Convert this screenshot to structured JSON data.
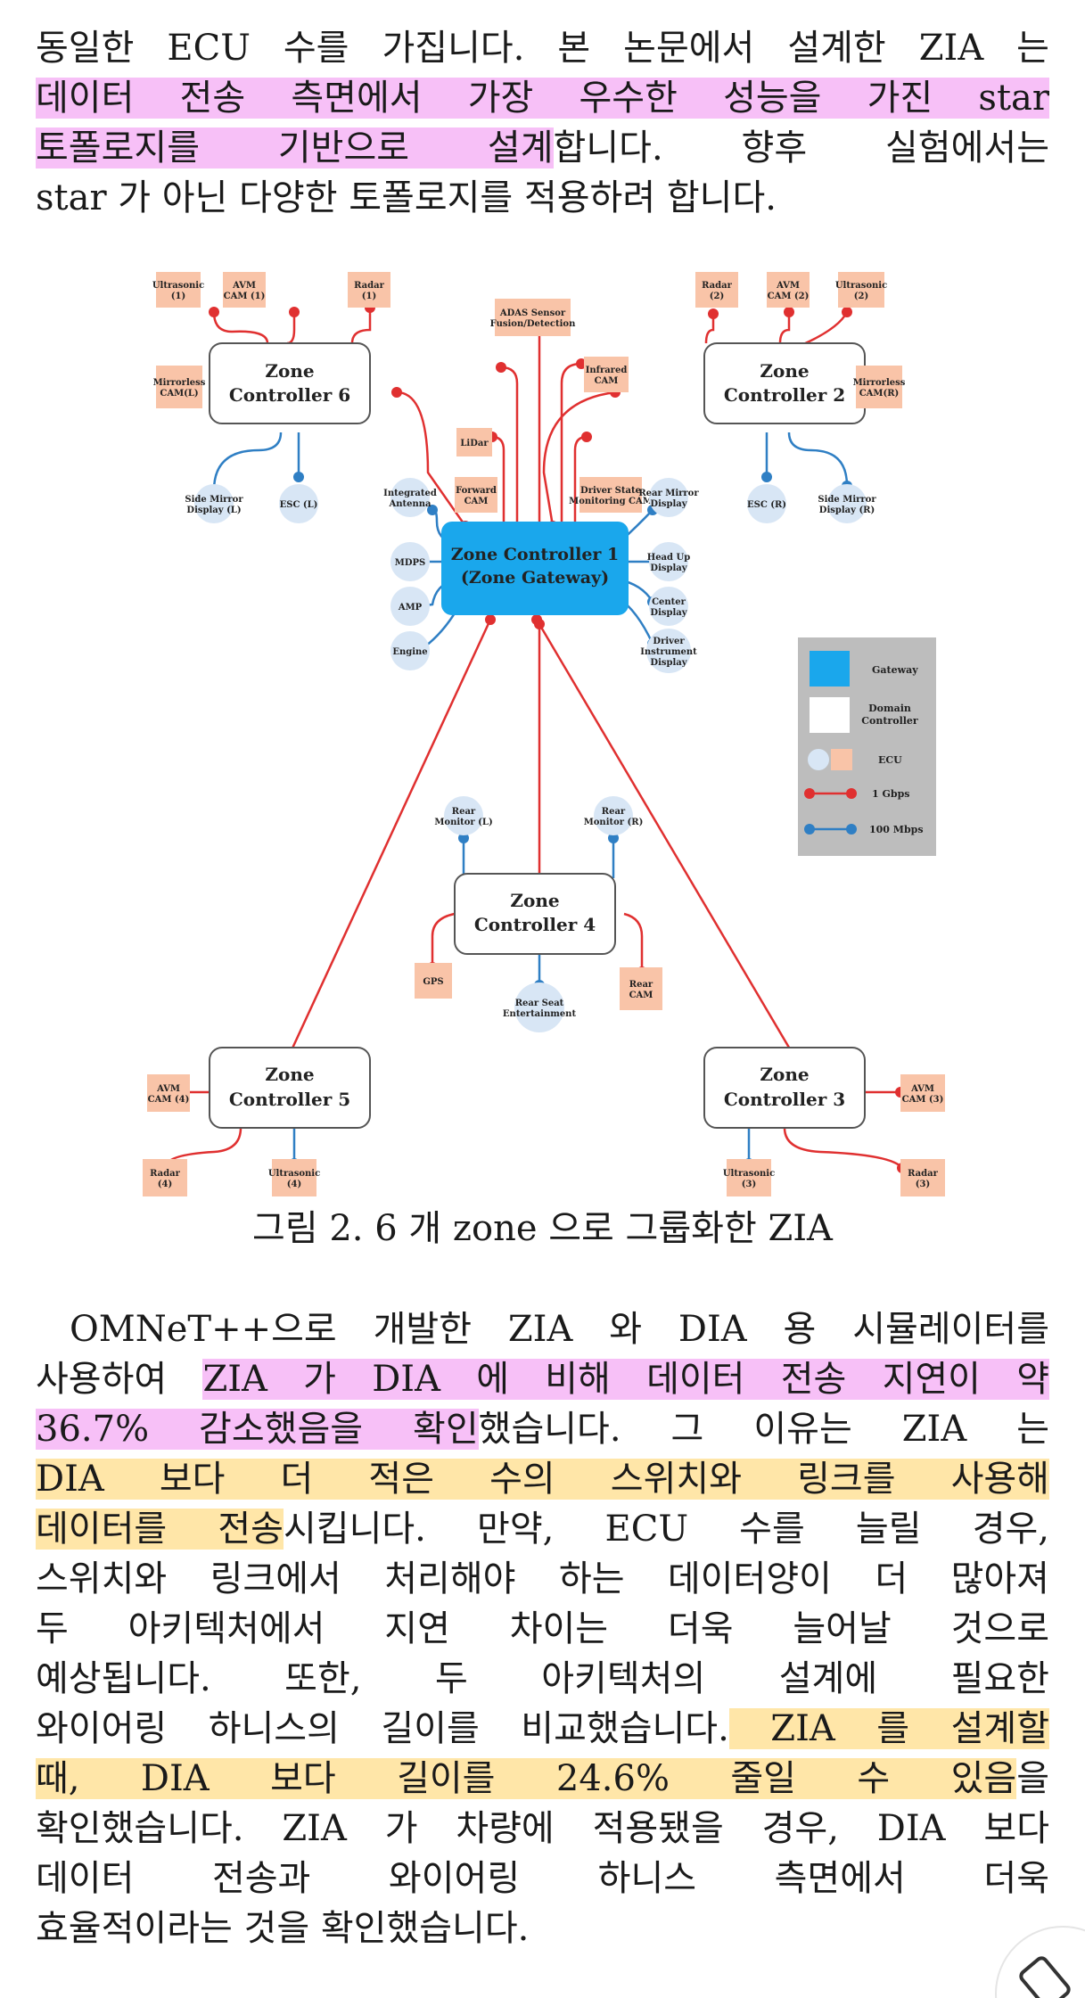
{
  "paragraph_top": {
    "line1": "동일한 ECU 수를 가집니다. 본 논문에서 설계한 ZIA 는",
    "line2": "데이터 전송 측면에서 가장 우수한 성능을 가진 star",
    "line3_hl": "토폴로지를 기반으로 설계",
    "line3_rest": "합니다. 향후 실험에서는",
    "line4": "star 가 아닌 다양한 토폴로지를 적용하려 합니다."
  },
  "figure": {
    "gateway": {
      "line1": "Zone Controller 1",
      "line2": "(Zone Gateway)"
    },
    "zc6": {
      "line1": "Zone",
      "line2": "Controller 6"
    },
    "zc2": {
      "line1": "Zone",
      "line2": "Controller 2"
    },
    "zc4": {
      "line1": "Zone",
      "line2": "Controller 4"
    },
    "zc5": {
      "line1": "Zone",
      "line2": "Controller 5"
    },
    "zc3": {
      "line1": "Zone",
      "line2": "Controller 3"
    },
    "ecu": {
      "ultrasonic1": [
        "Ultrasonic",
        "(1)"
      ],
      "avm1": [
        "AVM",
        "CAM (1)"
      ],
      "radar1": [
        "Radar",
        "(1)"
      ],
      "mirrorless_l": [
        "Mirrorless",
        "CAM(L)"
      ],
      "side_mirror_l": [
        "Side Mirror",
        "Display (L)"
      ],
      "esc_l": [
        "ESC (L)"
      ],
      "adas": [
        "ADAS Sensor",
        "Fusion/Detection"
      ],
      "lidar": [
        "LiDar"
      ],
      "infrared": [
        "Infrared",
        "CAM"
      ],
      "forward": [
        "Forward",
        "CAM"
      ],
      "driver_state": [
        "Driver State",
        "Monitoring CAM"
      ],
      "radar2": [
        "Radar",
        "(2)"
      ],
      "avm2": [
        "AVM",
        "CAM (2)"
      ],
      "ultrasonic2": [
        "Ultrasonic",
        "(2)"
      ],
      "mirrorless_r": [
        "Mirrorless",
        "CAM(R)"
      ],
      "esc_r": [
        "ESC (R)"
      ],
      "side_mirror_r": [
        "Side Mirror",
        "Display (R)"
      ],
      "integrated_antenna": [
        "Integrated",
        "Antenna"
      ],
      "mdps": [
        "MDPS"
      ],
      "amp": [
        "AMP"
      ],
      "engine": [
        "Engine"
      ],
      "rear_mirror": [
        "Rear Mirror",
        "Display"
      ],
      "hud": [
        "Head Up",
        "Display"
      ],
      "center": [
        "Center",
        "Display"
      ],
      "driver_instrument": [
        "Driver",
        "Instrument",
        "Display"
      ],
      "rear_monitor_l": [
        "Rear",
        "Monitor (L)"
      ],
      "rear_monitor_r": [
        "Rear",
        "Monitor (R)"
      ],
      "gps": [
        "GPS"
      ],
      "rear_cam": [
        "Rear",
        "CAM"
      ],
      "rear_seat": [
        "Rear Seat",
        "Entertainment"
      ],
      "avm4": [
        "AVM",
        "CAM (4)"
      ],
      "radar4": [
        "Radar",
        "(4)"
      ],
      "ultrasonic4": [
        "Ultrasonic",
        "(4)"
      ],
      "avm3": [
        "AVM",
        "CAM (3)"
      ],
      "ultrasonic3": [
        "Ultrasonic",
        "(3)"
      ],
      "radar3": [
        "Radar",
        "(3)"
      ]
    },
    "legend": {
      "gateway": "Gateway",
      "domain": [
        "Domain",
        "Controller"
      ],
      "ecu": "ECU",
      "gbps": "1 Gbps",
      "mbps": "100 Mbps"
    },
    "colors": {
      "gateway": "#1aa7ec",
      "ecu_square": "#f9c4a8",
      "ecu_circle": "#d8e6f5",
      "link_1gbps": "#e03030",
      "link_100mbps": "#2f7fc4",
      "legend_bg": "#bdbdbd"
    }
  },
  "caption": "그림 2. 6 개 zone 으로 그룹화한 ZIA",
  "paragraph_main": {
    "l1": "OMNeT++으로 개발한 ZIA 와 DIA 용 시뮬레이터를",
    "l2a": "사용하여 ",
    "l2b": "ZIA 가 DIA 에 비해 데이터 전송 지연이 약",
    "l3a": "36.7% 감소했음을 확인",
    "l3b": "했습니다. 그 이유는 ZIA 는",
    "l4": "DIA 보다 더 적은 수의 스위치와 링크를 사용해",
    "l5a": "데이터를 전송",
    "l5b": "시킵니다. 만약, ECU 수를 늘릴 경우,",
    "l6": "스위치와 링크에서 처리해야 하는 데이터양이 더 많아져",
    "l7": "두 아키텍처에서 지연 차이는 더욱 늘어날 것으로",
    "l8": "예상됩니다. 또한, 두 아키텍처의 설계에 필요한",
    "l9a": "와이어링 하니스의 길이를 비교했습니다.",
    "l9b": " ZIA 를 설계할",
    "l10a": "때, DIA 보다 길이를 24.6% 줄일 수 있음",
    "l10b": "을",
    "l11": "확인했습니다. ZIA 가 차량에 적용됐을 경우, DIA 보다",
    "l12": "데이터 전송과 와이어링 하니스 측면에서 더욱",
    "l13": "효율적이라는 것을 확인했습니다."
  }
}
